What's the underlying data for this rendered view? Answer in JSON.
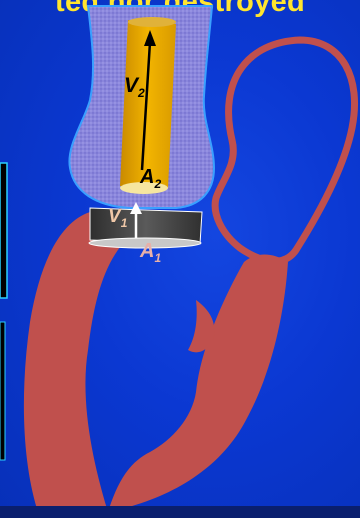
{
  "title": "ted nor destroyed",
  "labels": {
    "v2_main": "V",
    "v2_sub": "2",
    "a2_main": "A",
    "a2_sub": "2",
    "v1_main": "V",
    "v1_sub": "1",
    "a1_main": "A",
    "a1_sub": "1"
  },
  "colors": {
    "background": "#0b38d2",
    "title": "#ffe52e",
    "myocardium": "#c0504d",
    "flow_tube": "#f2b400",
    "aortic_root": "#8a86dc",
    "cylinder": "#4a4a4a"
  }
}
